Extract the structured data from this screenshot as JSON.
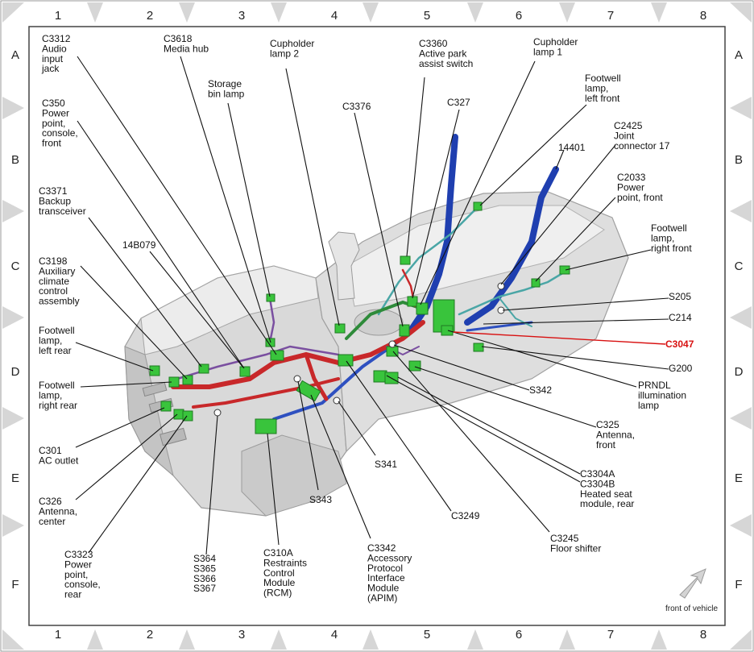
{
  "grid": {
    "columns": [
      "1",
      "2",
      "3",
      "4",
      "5",
      "6",
      "7",
      "8"
    ],
    "rows": [
      "A",
      "B",
      "C",
      "D",
      "E",
      "F"
    ]
  },
  "labels": [
    {
      "id": "c3312",
      "lines": [
        "C3312",
        "Audio",
        "input",
        "jack"
      ]
    },
    {
      "id": "c3618",
      "lines": [
        "C3618",
        "Media hub"
      ]
    },
    {
      "id": "storage-bin-lamp",
      "lines": [
        "Storage",
        "bin lamp"
      ]
    },
    {
      "id": "cupholder-lamp-2",
      "lines": [
        "Cupholder",
        "lamp 2"
      ]
    },
    {
      "id": "c3360",
      "lines": [
        "C3360",
        "Active park",
        "assist switch"
      ]
    },
    {
      "id": "cupholder-lamp-1",
      "lines": [
        "Cupholder",
        "lamp 1"
      ]
    },
    {
      "id": "footwell-lamp-left-front",
      "lines": [
        "Footwell",
        "lamp,",
        "left front"
      ]
    },
    {
      "id": "c350",
      "lines": [
        "C350",
        "Power",
        "point,",
        "console,",
        "front"
      ]
    },
    {
      "id": "c3376",
      "lines": [
        "C3376"
      ]
    },
    {
      "id": "c327",
      "lines": [
        "C327"
      ]
    },
    {
      "id": "c2425",
      "lines": [
        "C2425",
        "Joint",
        "connector 17"
      ]
    },
    {
      "id": "n14401",
      "lines": [
        "14401"
      ]
    },
    {
      "id": "c2033",
      "lines": [
        "C2033",
        "Power",
        "point, front"
      ]
    },
    {
      "id": "c3371",
      "lines": [
        "C3371",
        "Backup",
        "transceiver"
      ]
    },
    {
      "id": "n14b079",
      "lines": [
        "14B079"
      ]
    },
    {
      "id": "footwell-lamp-right-front",
      "lines": [
        "Footwell",
        "lamp,",
        "right front"
      ]
    },
    {
      "id": "c3198",
      "lines": [
        "C3198",
        "Auxiliary",
        "climate",
        "control",
        "assembly"
      ]
    },
    {
      "id": "s205",
      "lines": [
        "S205"
      ]
    },
    {
      "id": "c214",
      "lines": [
        "C214"
      ]
    },
    {
      "id": "c3047",
      "lines": [
        "C3047"
      ]
    },
    {
      "id": "footwell-lamp-left-rear",
      "lines": [
        "Footwell",
        "lamp,",
        "left rear"
      ]
    },
    {
      "id": "g200",
      "lines": [
        "G200"
      ]
    },
    {
      "id": "footwell-lamp-right-rear",
      "lines": [
        "Footwell",
        "lamp,",
        "right rear"
      ]
    },
    {
      "id": "s342",
      "lines": [
        "S342"
      ]
    },
    {
      "id": "prndl",
      "lines": [
        "PRNDL",
        "illumination",
        "lamp"
      ]
    },
    {
      "id": "c301",
      "lines": [
        "C301",
        "AC outlet"
      ]
    },
    {
      "id": "c325",
      "lines": [
        "C325",
        "Antenna,",
        "front"
      ]
    },
    {
      "id": "s341",
      "lines": [
        "S341"
      ]
    },
    {
      "id": "c3304",
      "lines": [
        "C3304A",
        "C3304B",
        "Heated seat",
        "module, rear"
      ]
    },
    {
      "id": "c326",
      "lines": [
        "C326",
        "Antenna,",
        "center"
      ]
    },
    {
      "id": "s343",
      "lines": [
        "S343"
      ]
    },
    {
      "id": "c3249",
      "lines": [
        "C3249"
      ]
    },
    {
      "id": "c3245",
      "lines": [
        "C3245",
        "Floor shifter"
      ]
    },
    {
      "id": "c3323",
      "lines": [
        "C3323",
        "Power",
        "point,",
        "console,",
        "rear"
      ]
    },
    {
      "id": "s364",
      "lines": [
        "S364",
        "S365",
        "S366",
        "S367"
      ]
    },
    {
      "id": "c310a",
      "lines": [
        "C310A",
        "Restraints",
        "Control",
        "Module",
        "(RCM)"
      ]
    },
    {
      "id": "c3342",
      "lines": [
        "C3342",
        "Accessory",
        "Protocol",
        "Interface",
        "Module",
        "(APIM)"
      ]
    }
  ],
  "highlighted_label": "C3047",
  "front_of_vehicle": "front of vehicle",
  "colors": {
    "harness_red": "#c8282a",
    "harness_purple": "#7a4fa0",
    "harness_blue": "#1f3fb0",
    "harness_teal": "#4aa6a6",
    "harness_green": "#2e8b3a",
    "connector_green": "#39c43c",
    "highlight_red": "#d81010",
    "console_gray": "#d7d7d7"
  }
}
